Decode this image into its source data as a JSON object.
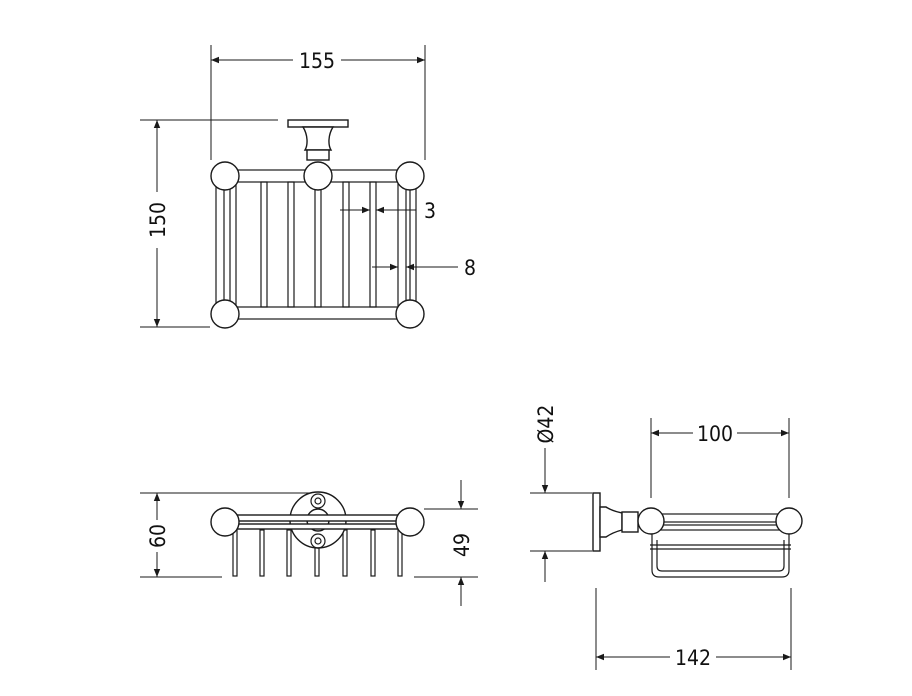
{
  "dimensions": {
    "top_width": "155",
    "top_height": "150",
    "wire_spacing": "3",
    "wire_gap": "8",
    "front_height": "60",
    "front_inner_height": "49",
    "diameter": "Ø42",
    "side_width": "100",
    "side_depth": "142"
  }
}
